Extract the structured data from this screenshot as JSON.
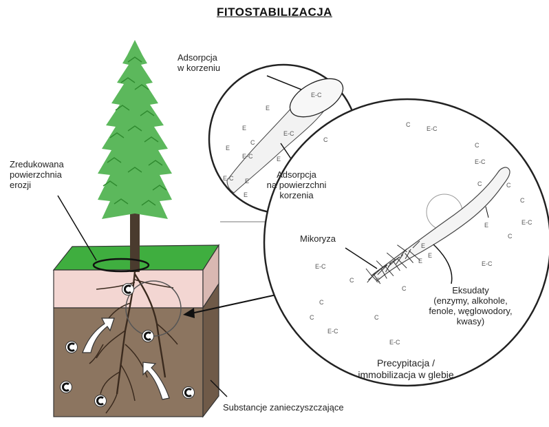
{
  "title": "FITOSTABILIZACJA",
  "labels": {
    "erosion": [
      "Zredukowana",
      "powierzchnia",
      "erozji"
    ],
    "root_adsorption": [
      "Adsorpcja",
      "w korzeniu"
    ],
    "surface_adsorption": [
      "Adsorpcja",
      "na powierzchni",
      "korzenia"
    ],
    "mycorrhiza": "Mikoryza",
    "exudates": [
      "Eksudaty",
      "(enzymy, alkohole,",
      "fenole, węglowodory,",
      "kwasy)"
    ],
    "precipitation": [
      "Precypitacja /",
      "immobilizacja w glebie"
    ],
    "contaminants": "Substancje zanieczyszczające"
  },
  "symbols": {
    "contaminant": "C",
    "enzyme": "E",
    "complex": "E-C"
  },
  "colors": {
    "foliage": "#5cb85c",
    "foliage_dark": "#2f8a2f",
    "trunk": "#4a3b2e",
    "grass": "#3fae3f",
    "topsoil": "#f3d6d2",
    "subsoil": "#8c7560",
    "subsoil_side": "#6f5a48",
    "topsoil_side": "#d9b8b2",
    "root": "#3a2a1e",
    "outline": "#333333"
  }
}
